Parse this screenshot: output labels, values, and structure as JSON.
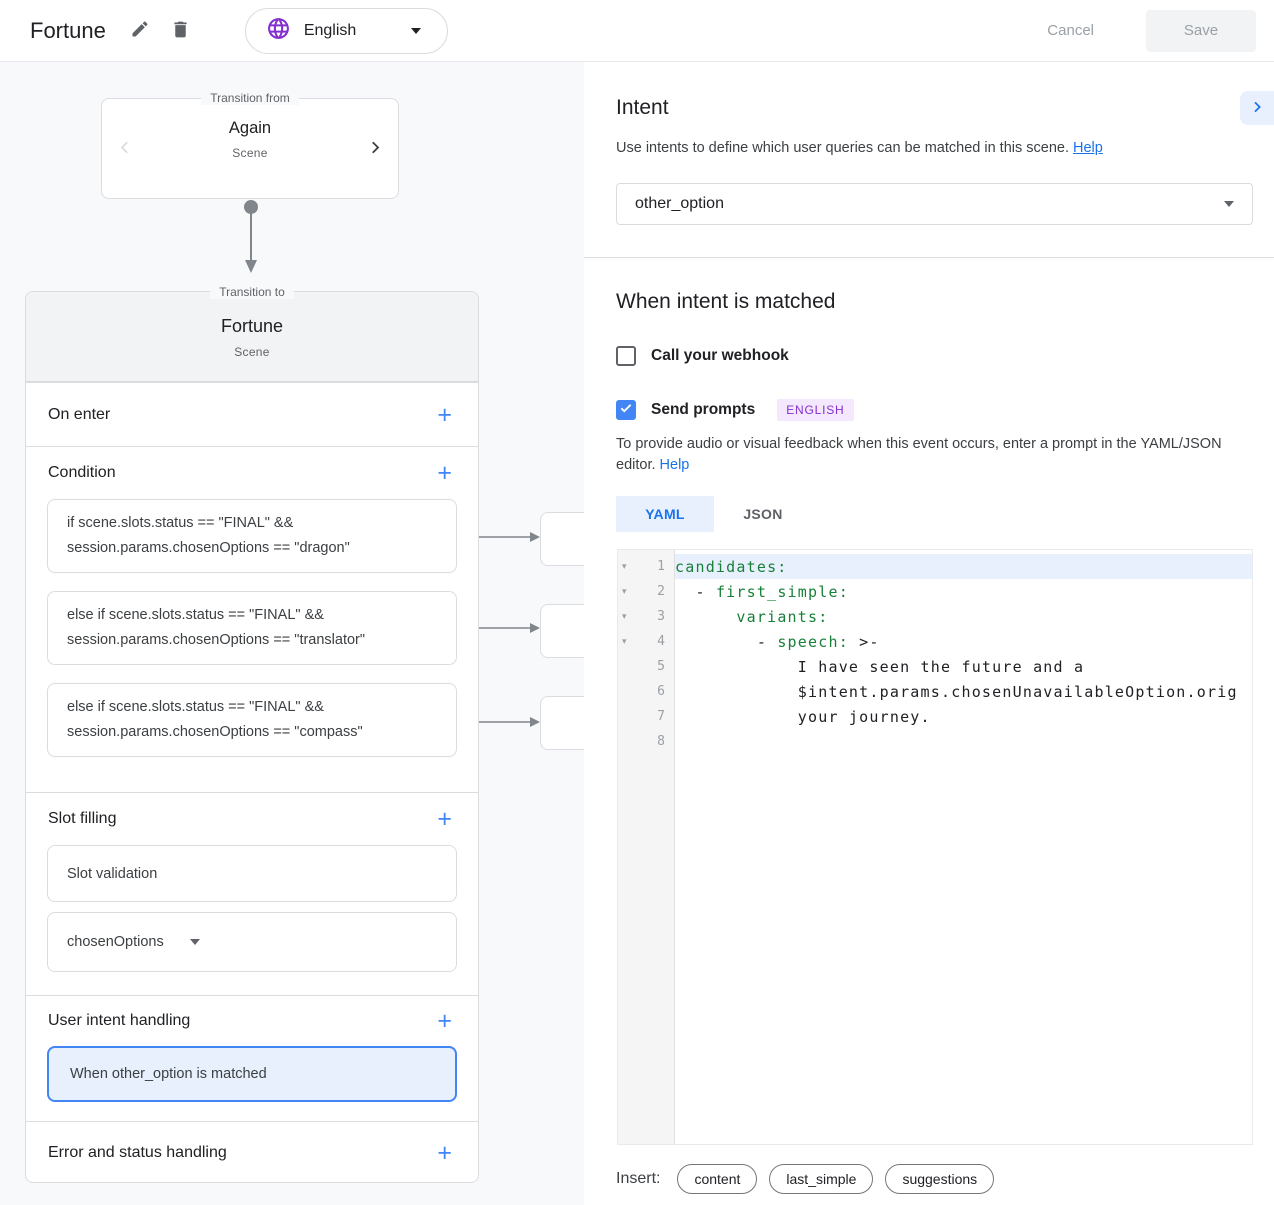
{
  "topbar": {
    "title": "Fortune",
    "language": "English",
    "cancel_label": "Cancel",
    "save_label": "Save"
  },
  "icons": {
    "plus": "+",
    "fold_marker": "▾"
  },
  "flow": {
    "transition_from_legend": "Transition from",
    "transition_from_name": "Again",
    "transition_from_type": "Scene",
    "transition_to_legend": "Transition to",
    "transition_to_name": "Fortune",
    "transition_to_type": "Scene",
    "on_enter_label": "On enter",
    "condition_label": "Condition",
    "conditions": [
      {
        "line1": "if scene.slots.status == \"FINAL\" &&",
        "line2": "session.params.chosenOptions == \"dragon\""
      },
      {
        "line1": "else if scene.slots.status == \"FINAL\" &&",
        "line2": "session.params.chosenOptions == \"translator\""
      },
      {
        "line1": "else if scene.slots.status == \"FINAL\" &&",
        "line2": "session.params.chosenOptions == \"compass\""
      }
    ],
    "slot_filling_label": "Slot filling",
    "slot_validation_label": "Slot validation",
    "slot_name": "chosenOptions",
    "user_intent_label": "User intent handling",
    "intent_card_label": "When other_option is matched",
    "error_label": "Error and status handling"
  },
  "intent_section": {
    "title": "Intent",
    "description": "Use intents to define which user queries can be matched in this scene.",
    "help_label": "Help",
    "selected_intent": "other_option"
  },
  "matched_section": {
    "title": "When intent is matched",
    "webhook_label": "Call your webhook",
    "send_prompts_label": "Send prompts",
    "language_badge": "ENGLISH",
    "description": "To provide audio or visual feedback when this event occurs, enter a prompt in the YAML/JSON editor.",
    "help_label": "Help",
    "yaml_tab": "YAML",
    "json_tab": "JSON"
  },
  "editor": {
    "lines": [
      {
        "num": "1",
        "fold": true,
        "highlight": true,
        "segments": [
          {
            "text": "candidates:",
            "style": "key"
          }
        ]
      },
      {
        "num": "2",
        "fold": true,
        "highlight": false,
        "segments": [
          {
            "text": "  - ",
            "style": "plain"
          },
          {
            "text": "first_simple:",
            "style": "key"
          }
        ]
      },
      {
        "num": "3",
        "fold": true,
        "highlight": false,
        "segments": [
          {
            "text": "      ",
            "style": "plain"
          },
          {
            "text": "variants:",
            "style": "key"
          }
        ]
      },
      {
        "num": "4",
        "fold": true,
        "highlight": false,
        "segments": [
          {
            "text": "        - ",
            "style": "plain"
          },
          {
            "text": "speech:",
            "style": "key"
          },
          {
            "text": " >-",
            "style": "plain"
          }
        ]
      },
      {
        "num": "5",
        "fold": false,
        "highlight": false,
        "segments": [
          {
            "text": "            I have seen the future and a",
            "style": "plain"
          }
        ]
      },
      {
        "num": "6",
        "fold": false,
        "highlight": false,
        "segments": [
          {
            "text": "            $intent.params.chosenUnavailableOption.orig",
            "style": "plain"
          }
        ]
      },
      {
        "num": "7",
        "fold": false,
        "highlight": false,
        "segments": [
          {
            "text": "            your journey.",
            "style": "plain"
          }
        ]
      },
      {
        "num": "8",
        "fold": false,
        "highlight": false,
        "segments": []
      }
    ]
  },
  "insert_bar": {
    "label": "Insert:",
    "chips": [
      "content",
      "last_simple",
      "suggestions"
    ]
  },
  "colors": {
    "accent_blue": "#1a73e8",
    "checkbox_blue": "#4285f4",
    "globe_purple": "#8430ce",
    "code_key_green": "#188038",
    "highlight_bg": "#e8f0fe",
    "panel_gray": "#f8f9fa"
  }
}
